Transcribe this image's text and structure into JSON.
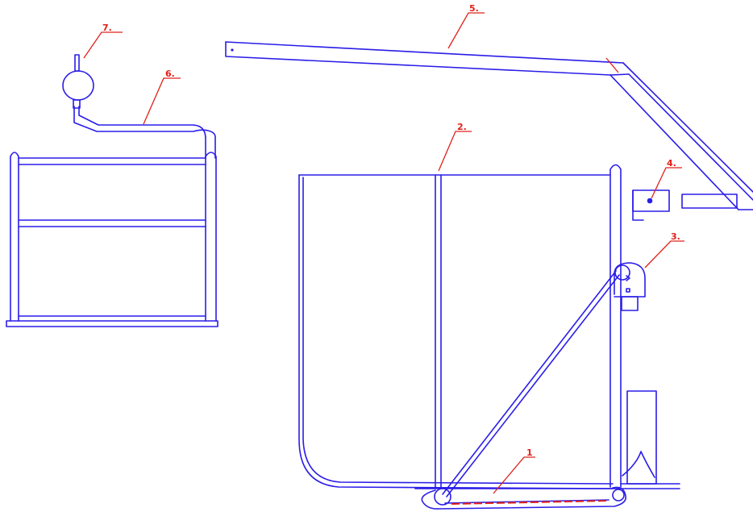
{
  "colors": {
    "line": "#2a1de8",
    "callout": "#e0201a"
  },
  "callouts": [
    {
      "id": "1",
      "label": "1"
    },
    {
      "id": "2",
      "label": "2."
    },
    {
      "id": "3",
      "label": "3."
    },
    {
      "id": "4",
      "label": "4."
    },
    {
      "id": "5",
      "label": "5."
    },
    {
      "id": "6",
      "label": "6."
    },
    {
      "id": "7",
      "label": "7."
    }
  ]
}
